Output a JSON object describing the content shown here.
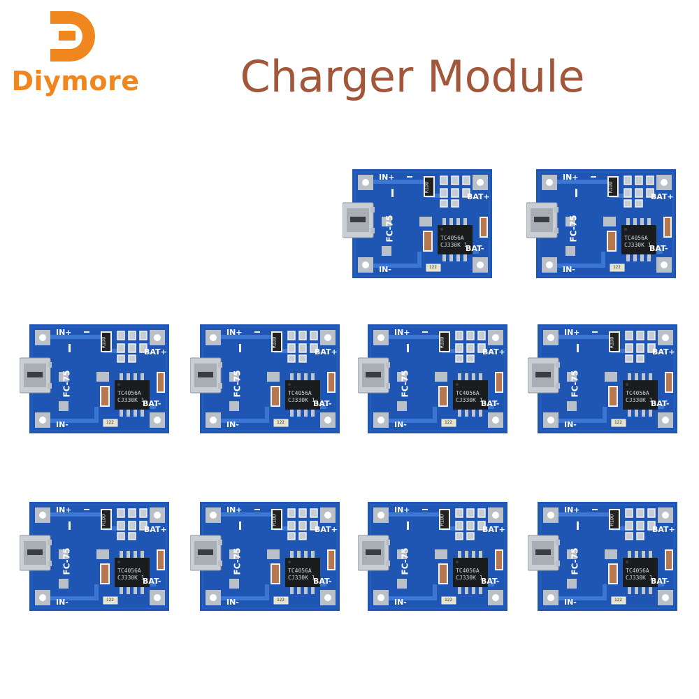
{
  "brand": {
    "name": "Diymore",
    "color": "#f0861e",
    "logo": "diymore-d-logo"
  },
  "title": {
    "text": "Charger Module",
    "color": "#a2573a"
  },
  "board": {
    "color": "#1f55b3",
    "labels": {
      "in_plus": "IN+",
      "in_minus": "IN-",
      "bat_plus": "BAT+",
      "bat_minus": "BAT-",
      "fc": "FC-75",
      "resistor": "R1DD",
      "smd": "122"
    },
    "chip_lines": [
      "TC4056A",
      "CJ330K 1"
    ]
  },
  "grid": {
    "rows": [
      2,
      4,
      4
    ],
    "total": 10
  }
}
